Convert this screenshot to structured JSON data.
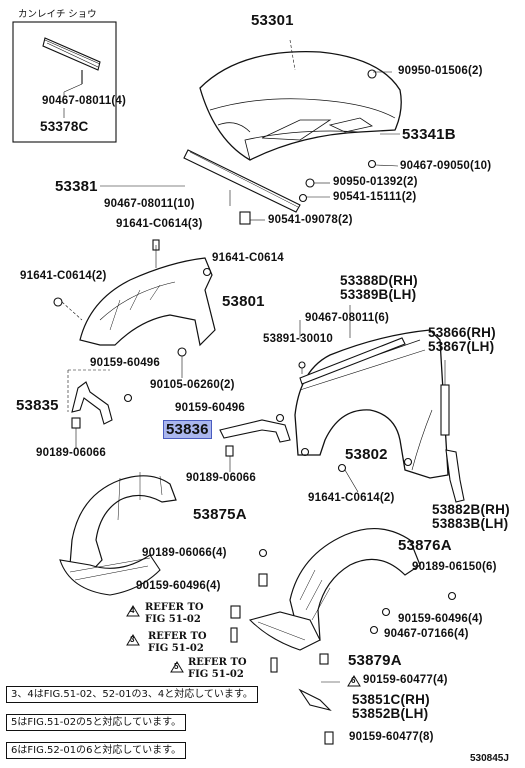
{
  "inset": {
    "caption": "カンレイチ ショウ",
    "parts": [
      "90467-08011(4)",
      "53378C"
    ]
  },
  "labels": {
    "p53301": "53301",
    "p90950_01506": "90950-01506(2)",
    "p53341B": "53341B",
    "p90467_09050": "90467-09050(10)",
    "p90950_01392": "90950-01392(2)",
    "p90541_15111": "90541-15111(2)",
    "p53381": "53381",
    "p90467_08011_10": "90467-08011(10)",
    "p90541_09078": "90541-09078(2)",
    "p91641_c0614_3": "91641-C0614(3)",
    "p91641_c0614_a": "91641-C0614",
    "p91641_c0614_2a": "91641-C0614(2)",
    "p53801": "53801",
    "p53388D": "53388D(RH)",
    "p53389B": "53389B(LH)",
    "p90467_08011_6": "90467-08011(6)",
    "p53891": "53891-30010",
    "p53866": "53866(RH)",
    "p53867": "53867(LH)",
    "p90159_60496_a": "90159-60496",
    "p90105_06260": "90105-06260(2)",
    "p53835": "53835",
    "p90159_60496_b": "90159-60496",
    "p53836": "53836",
    "p90189_06066_a": "90189-06066",
    "p90189_06066_b": "90189-06066",
    "p53802": "53802",
    "p91641_c0614_2b": "91641-C0614(2)",
    "p53882B": "53882B(RH)",
    "p53883B": "53883B(LH)",
    "p53875A": "53875A",
    "p53876A": "53876A",
    "p90189_06066_4": "90189-06066(4)",
    "p90189_06150": "90189-06150(6)",
    "p90159_60496_4a": "90159-60496(4)",
    "p90159_60496_4b": "90159-60496(4)",
    "p90467_07166": "90467-07166(4)",
    "p53879A": "53879A",
    "p90159_60477_4": "90159-60477(4)",
    "p53851C": "53851C(RH)",
    "p53852B": "53852B(LH)",
    "p90159_60477_8": "90159-60477(8)"
  },
  "refs": [
    {
      "num": "4",
      "line1": "REFER TO",
      "line2": "FIG 51-02"
    },
    {
      "num": "3",
      "line1": "REFER TO",
      "line2": "FIG 51-02"
    },
    {
      "num": "5",
      "line1": "REFER TO",
      "line2": "FIG 51-02"
    }
  ],
  "ref6": {
    "num": "6"
  },
  "notes": [
    {
      "pre": "3、",
      "mid": "4はFIG.51-02、52-01の",
      "post": "3、",
      "post2": "4と対応しています。"
    },
    {
      "pre": "5",
      "mid": "はFIG.51-02の",
      "post": "5",
      "post2": "と対応しています。"
    },
    {
      "pre": "6",
      "mid": "はFIG.52-01の",
      "post": "6",
      "post2": "と対応しています。"
    }
  ],
  "highlight_color": "#aab6ee",
  "diagram_code": "530845J"
}
